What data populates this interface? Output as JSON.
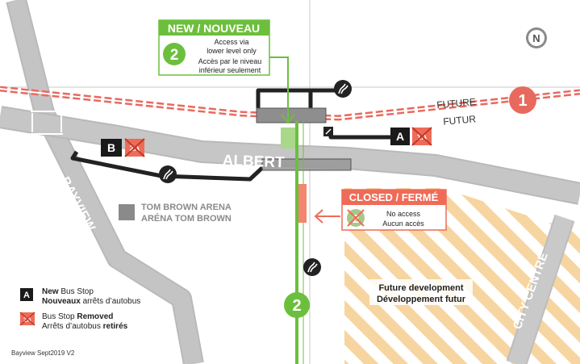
{
  "streets": {
    "albert": "ALBERT",
    "bayview": "BAYVIEW",
    "city_centre": "CITY CENTRE"
  },
  "future_line": {
    "label_en": "FUTURE",
    "label_fr": "FUTUR",
    "line_number": "1",
    "color": "#e86a5e"
  },
  "line2": {
    "number": "2",
    "color": "#6cbf3c"
  },
  "new_callout": {
    "title": "NEW / NOUVEAU",
    "line_number": "2",
    "text_en_1": "Access via",
    "text_en_2": "lower level only",
    "text_fr_1": "Accès par le niveau",
    "text_fr_2": "inférieur seulement"
  },
  "closed_callout": {
    "title": "CLOSED / FERMÉ",
    "line_number": "2",
    "text_en": "No access",
    "text_fr": "Aucun accès",
    "color": "#ef6b57"
  },
  "stops": {
    "stop_a_label": "A",
    "stop_a_removed": "1A",
    "stop_b_label": "B",
    "stop_b_removed": "2A"
  },
  "arena": {
    "name_en": "TOM BROWN ARENA",
    "name_fr": "ARÉNA TOM BROWN"
  },
  "development": {
    "text_en": "Future development",
    "text_fr": "Développement futur"
  },
  "legend": {
    "new_stop_letter": "A",
    "new_stop_en_bold": "New",
    "new_stop_en_rest": " Bus Stop",
    "new_stop_fr_bold": "Nouveaux",
    "new_stop_fr_rest": " arrêts d’autobus",
    "removed_icon_label": "2A",
    "removed_en_rest": "Bus Stop ",
    "removed_en_bold": "Removed",
    "removed_fr_rest": "Arrêts d’autobus ",
    "removed_fr_bold": "retirés"
  },
  "footer": "Bayview Sept2019 V2",
  "north_arrow_letter": "N"
}
